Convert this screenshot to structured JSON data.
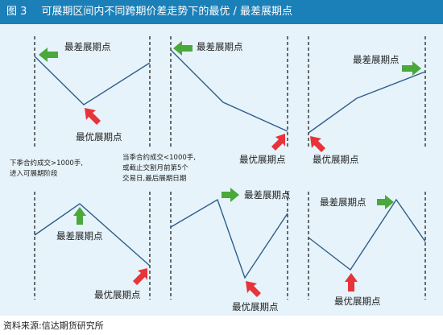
{
  "figure": {
    "number": "图 3",
    "title": "可展期区间内不同跨期价差走势下的最优 / 最差展期点"
  },
  "labels": {
    "worst": "最差展期点",
    "best": "最优展期点"
  },
  "notes": {
    "left_line1": "下季合约成交>1000手,",
    "left_line2": "进入可展期阶段",
    "right_line1": "当季合约成交<1000手,",
    "right_line2": "或截止交割月前第5个",
    "right_line3": "交易日,最后展期日期"
  },
  "source": "资料来源:信达期货研究所",
  "colors": {
    "header": "#1b7fb8",
    "panel_bg": "#e6f3fa",
    "line": "#2f5d8a",
    "best_arrow": "#e8333a",
    "worst_arrow": "#4aa83c"
  }
}
